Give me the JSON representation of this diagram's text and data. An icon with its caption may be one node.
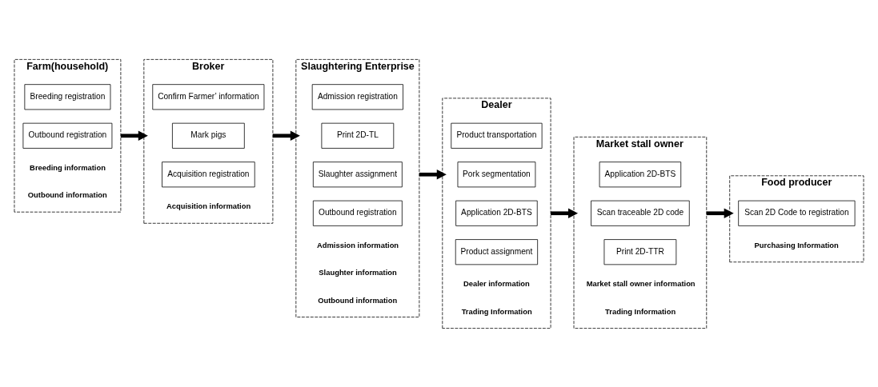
{
  "diagram": {
    "nodes": [
      {
        "text": [
          "Farm(household)"
        ],
        "beside": [
          "Breeding information",
          "Outbound information"
        ]
      },
      {
        "text": [
          "Breeding registration"
        ],
        "in": 0
      },
      {
        "text": [
          "Outbound registration"
        ],
        "in": 0
      },
      {
        "text": [
          "Broker"
        ],
        "beside": [
          "Acquisition information"
        ]
      },
      {
        "text": [
          "Confirm Farmer’ information"
        ],
        "in": 3
      },
      {
        "text": [
          "Mark pigs"
        ],
        "in": 3
      },
      {
        "text": [
          "Acquisition registration"
        ],
        "in": 3
      },
      {
        "text": [
          "Slaughtering Enterprise"
        ],
        "beside": [
          "Admission information",
          "Slaughter information",
          "Outbound information"
        ]
      },
      {
        "text": [
          "Admission registration"
        ],
        "in": 7
      },
      {
        "text": [
          "Print 2D-TL"
        ],
        "in": 7
      },
      {
        "text": [
          "Slaughter assignment"
        ],
        "in": 7
      },
      {
        "text": [
          "Outbound registration"
        ],
        "in": 7
      },
      {
        "text": [
          "Dealer"
        ],
        "beside": [
          "Dealer information",
          "Trading Information"
        ]
      },
      {
        "text": [
          "Product transportation"
        ],
        "in": 12
      },
      {
        "text": [
          "Pork segmentation"
        ],
        "in": 12
      },
      {
        "text": [
          "Application 2D-BTS"
        ],
        "in": 12
      },
      {
        "text": [
          "Product assignment"
        ],
        "in": 12
      },
      {
        "text": [
          "Market stall owner"
        ],
        "beside": [
          "Market stall owner information",
          "Trading Information"
        ]
      },
      {
        "text": [
          "Application 2D-BTS"
        ],
        "in": 17
      },
      {
        "text": [
          "Scan traceable 2D code"
        ],
        "in": 17
      },
      {
        "text": [
          "Print 2D-TTR"
        ],
        "in": 17
      },
      {
        "text": [
          "Food producer"
        ],
        "beside": [
          "Purchasing Information"
        ]
      },
      {
        "text": [
          "Scan 2D Code to registration"
        ],
        "in": 21
      }
    ],
    "edges": [
      {
        "from": 0,
        "to": 3,
        "arrow": "to"
      },
      {
        "from": 3,
        "to": 7,
        "arrow": "to"
      },
      {
        "from": 7,
        "to": 12,
        "arrow": "to"
      },
      {
        "from": 12,
        "to": 17,
        "arrow": "to"
      },
      {
        "from": 17,
        "to": 21,
        "arrow": "to"
      }
    ]
  }
}
